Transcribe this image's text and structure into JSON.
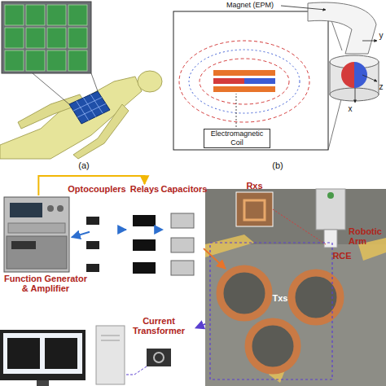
{
  "diagram": {
    "nodes": [
      {
        "text": [
          "Function Generator & Amplifier"
        ]
      },
      {
        "text": [
          "Optocouplers"
        ]
      },
      {
        "text": [
          "Relays"
        ]
      },
      {
        "text": [
          "Capacitors"
        ]
      },
      {
        "text": [
          "Current Transformer"
        ]
      },
      {
        "text": [
          "Robotic Arm"
        ]
      },
      {
        "text": [
          "Rxs"
        ],
        "in": 5
      },
      {
        "text": [
          "RCE"
        ],
        "in": 5
      },
      {
        "text": [
          "Txs"
        ],
        "in": 5
      }
    ],
    "edges": [
      {
        "from": 0,
        "to": 1,
        "arrow": "to"
      },
      {
        "from": 0,
        "to": 2,
        "arrow": "to"
      },
      {
        "from": 1,
        "to": 2,
        "arrow": "to"
      },
      {
        "from": 2,
        "to": 3,
        "arrow": "to"
      },
      {
        "from": 3,
        "to": 8,
        "arrow": "to"
      },
      {
        "from": 5,
        "to": 4,
        "arrow": "to"
      }
    ],
    "labels": [
      "(a)",
      "Magnet (EPM)",
      "Electromagnetic Coil",
      "x",
      "y",
      "z",
      "(b)"
    ]
  }
}
